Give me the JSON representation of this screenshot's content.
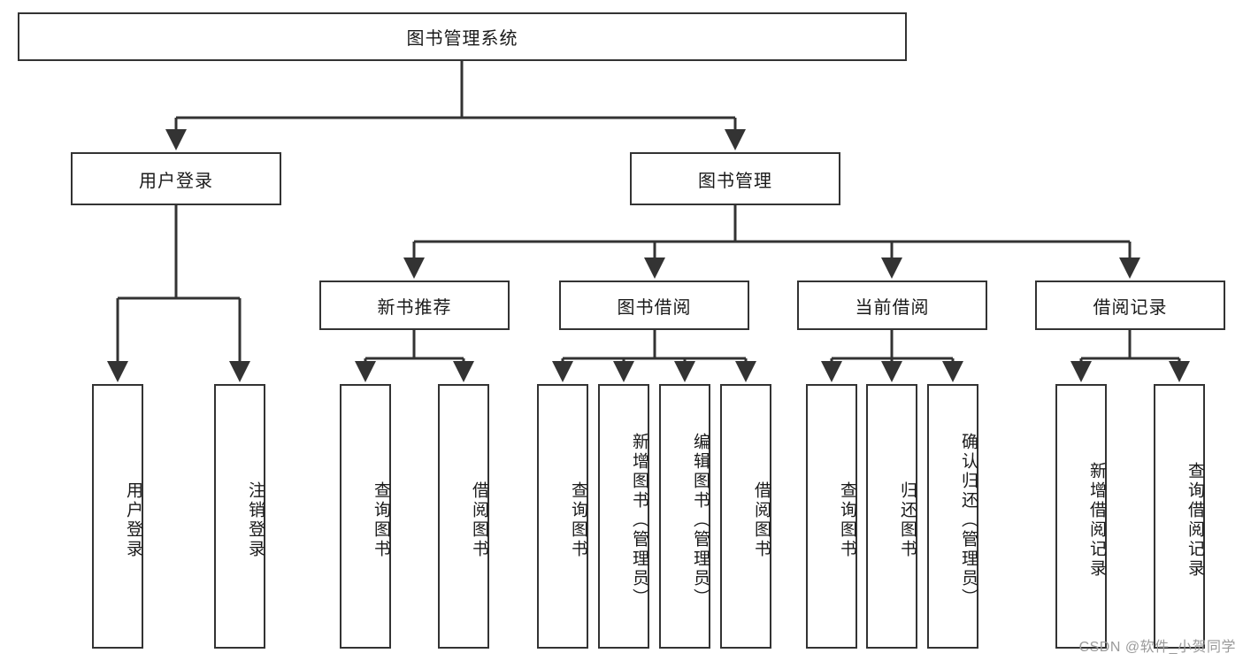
{
  "diagram": {
    "title_node": {
      "label": "图书管理系统"
    },
    "level2": [
      {
        "id": "user-login",
        "label": "用户登录"
      },
      {
        "id": "book-management",
        "label": "图书管理"
      }
    ],
    "level3": [
      {
        "id": "new-book-recommend",
        "label": "新书推荐"
      },
      {
        "id": "book-borrow",
        "label": "图书借阅"
      },
      {
        "id": "current-borrow",
        "label": "当前借阅"
      },
      {
        "id": "borrow-record",
        "label": "借阅记录"
      }
    ],
    "leaves": [
      {
        "id": "leaf-user-login",
        "label": "用户登录",
        "parent": "user-login"
      },
      {
        "id": "leaf-logout-login",
        "label": "注销登录",
        "parent": "user-login"
      },
      {
        "id": "leaf-query-book-1",
        "label": "查询图书",
        "parent": "new-book-recommend"
      },
      {
        "id": "leaf-borrow-book-1",
        "label": "借阅图书",
        "parent": "new-book-recommend"
      },
      {
        "id": "leaf-query-book-2",
        "label": "查询图书",
        "parent": "book-borrow"
      },
      {
        "id": "leaf-add-book",
        "label": "新增图书（管理员）",
        "parent": "book-borrow"
      },
      {
        "id": "leaf-edit-book",
        "label": "编辑图书（管理员）",
        "parent": "book-borrow"
      },
      {
        "id": "leaf-borrow-book-2",
        "label": "借阅图书",
        "parent": "book-borrow"
      },
      {
        "id": "leaf-query-book-3",
        "label": "查询图书",
        "parent": "current-borrow"
      },
      {
        "id": "leaf-return-book",
        "label": "归还图书",
        "parent": "current-borrow"
      },
      {
        "id": "leaf-confirm-return",
        "label": "确认归还（管理员）",
        "parent": "current-borrow"
      },
      {
        "id": "leaf-add-record",
        "label": "新增借阅记录",
        "parent": "borrow-record"
      },
      {
        "id": "leaf-query-record",
        "label": "查询借阅记录",
        "parent": "borrow-record"
      }
    ],
    "colors": {
      "stroke": "#333333",
      "box_fill": "#ffffff",
      "text": "#1a1a1a",
      "watermark": "#9a9a9a"
    }
  },
  "watermark": {
    "text": "CSDN @软件_小贺同学"
  }
}
